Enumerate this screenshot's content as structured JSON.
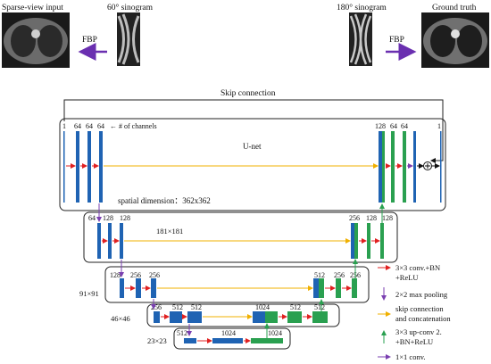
{
  "top": {
    "sparse_input_label": "Sparse-view input",
    "sino60_label": "60° sinogram",
    "sino180_label": "180° sinogram",
    "ground_truth_label": "Ground truth",
    "fbp_left": "FBP",
    "fbp_right": "FBP"
  },
  "skip_connection_label": "Skip connection",
  "unet": {
    "title": "U-net",
    "channels_note": "← # of channels",
    "spatial_dimension": "spatial dimension：362x362"
  },
  "levels": [
    {
      "id": "L1",
      "dim": "",
      "left_channels": [
        "1",
        "64",
        "64",
        "64"
      ],
      "right_channels": [
        "128",
        "64",
        "64",
        "1"
      ]
    },
    {
      "id": "L2",
      "dim": "181×181",
      "left_channels": [
        "64",
        "128",
        "128"
      ],
      "right_channels": [
        "256",
        "128",
        "128"
      ]
    },
    {
      "id": "L3",
      "dim": "91×91",
      "left_channels": [
        "128",
        "256",
        "256"
      ],
      "right_channels": [
        "512",
        "256",
        "256"
      ]
    },
    {
      "id": "L4",
      "dim": "46×46",
      "left_channels": [
        "256",
        "512",
        "512"
      ],
      "right_channels": [
        "1024",
        "512",
        "512"
      ]
    },
    {
      "id": "L5",
      "dim": "23×23",
      "left_channels": [
        "512",
        "1024",
        "1024"
      ],
      "right_channels": []
    }
  ],
  "legend": [
    {
      "label_lines": [
        "3×3 conv.+BN",
        "+ReLU"
      ],
      "color": "#e02020"
    },
    {
      "label_lines": [
        "2×2 max pooling"
      ],
      "color": "#7a3fb0"
    },
    {
      "label_lines": [
        "skip connection",
        "and concatenation"
      ],
      "color": "#f0b000"
    },
    {
      "label_lines": [
        "3×3 up-conv 2.",
        "+BN+ReLU"
      ],
      "color": "#2aa050"
    },
    {
      "label_lines": [
        "1×1 conv."
      ],
      "color": "#7a3fb0"
    }
  ],
  "colors": {
    "blue": "#1f63b3",
    "green": "#2aa050",
    "red": "#e02020",
    "yellow": "#f0b000",
    "purple": "#7a3fb0"
  }
}
